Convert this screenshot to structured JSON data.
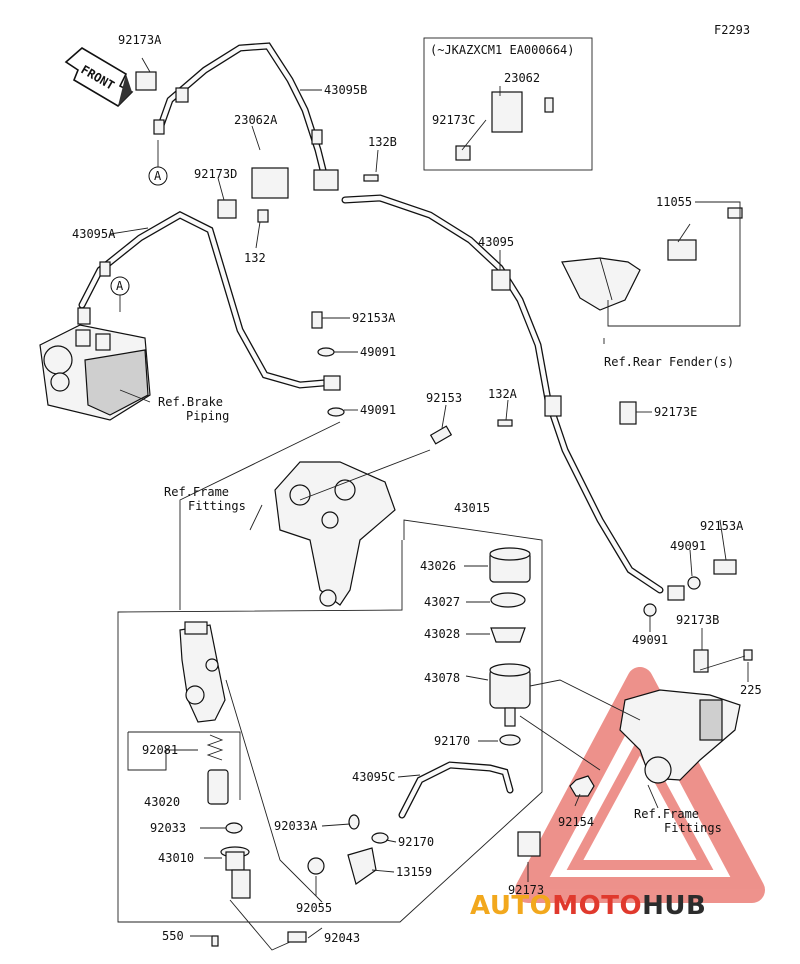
{
  "figure_code": "F2293",
  "front_label": "FRONT",
  "variant_note": "(~JKAZXCM1 EA000664)",
  "circle_marker": "A",
  "parts": {
    "p92173A": "92173A",
    "p43095B": "43095B",
    "p23062A": "23062A",
    "p132B": "132B",
    "p92173D": "92173D",
    "p132": "132",
    "p43095A": "43095A",
    "p23062": "23062",
    "p92173C": "92173C",
    "p11055": "11055",
    "p43095": "43095",
    "p92153A_top": "92153A",
    "p49091_a": "49091",
    "p49091_b": "49091",
    "p92153": "92153",
    "p132A": "132A",
    "p92173E": "92173E",
    "p43015": "43015",
    "p43026": "43026",
    "p43027": "43027",
    "p43028": "43028",
    "p43078": "43078",
    "p92170_a": "92170",
    "p43095C": "43095C",
    "p92081": "92081",
    "p43020": "43020",
    "p92033": "92033",
    "p92033A": "92033A",
    "p92170_b": "92170",
    "p43010": "43010",
    "p13159": "13159",
    "p92055": "92055",
    "p550": "550",
    "p92043": "92043",
    "p92154": "92154",
    "p92173": "92173",
    "p92153A_right": "92153A",
    "p49091_c": "49091",
    "p49091_d": "49091",
    "p92173B": "92173B",
    "p225": "225"
  },
  "refs": {
    "brake_piping_1": "Ref.Brake",
    "brake_piping_2": "Piping",
    "frame_fittings_1": "Ref.Frame",
    "frame_fittings_2": "Fittings",
    "rear_fender": "Ref.Rear Fender(s)",
    "frame_fittings_r1": "Ref.Frame",
    "frame_fittings_r2": "Fittings"
  },
  "watermark": {
    "part1": "AUTO",
    "part2": "MOTO",
    "part3": "HUB",
    "color1": "#f2a81d",
    "color2": "#e0392d",
    "color3": "#2c2c2c"
  }
}
